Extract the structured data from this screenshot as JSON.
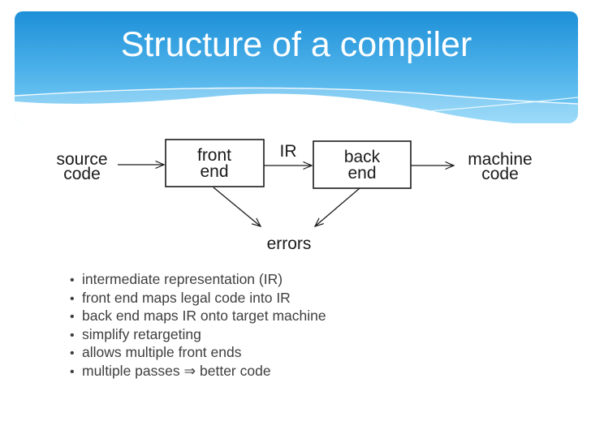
{
  "slide": {
    "title": "Structure of a compiler",
    "bullet_char": "•",
    "bullets": [
      "intermediate representation (IR)",
      "front end maps legal code into IR",
      "back end maps IR onto target machine",
      "simplify retargeting",
      "allows multiple front ends",
      "multiple passes ⇒ better code"
    ],
    "diagram": {
      "source": {
        "line1": "source",
        "line2": "code"
      },
      "front_end": {
        "line1": "front",
        "line2": "end"
      },
      "ir_label": "IR",
      "back_end": {
        "line1": "back",
        "line2": "end"
      },
      "machine": {
        "line1": "machine",
        "line2": "code"
      },
      "errors_label": "errors"
    },
    "colors": {
      "banner_gradient_top": "#1E90D8",
      "banner_gradient_bottom": "#7FD0F7",
      "title_text": "#FFFFFF",
      "body_text": "#3E3E3E",
      "diagram_ink": "#1A1A1A"
    }
  }
}
